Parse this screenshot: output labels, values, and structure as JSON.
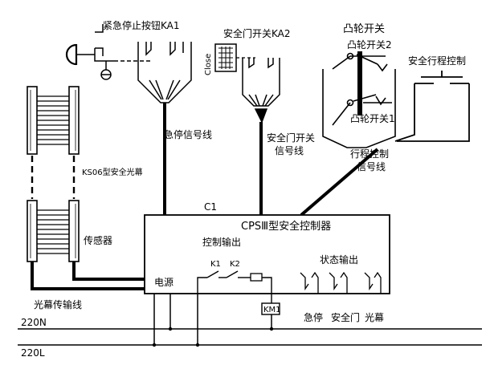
{
  "labels": {
    "estop_button": "紧急停止按钮KA1",
    "door_switch": "安全门开关KA2",
    "close": "Close",
    "cam_switch": "凸轮开关",
    "cam_switch_2": "凸轮开关2",
    "cam_switch_1": "凸轮开关1",
    "safety_stroke": "安全行程控制",
    "estop_signal": "急停信号线",
    "door_signal_l1": "安全门开关",
    "door_signal_l2": "信号线",
    "stroke_signal_l1": "行程控制",
    "stroke_signal_l2": "信号线",
    "light_curtain": "KS06型安全光幕",
    "sensor": "传感器",
    "c1": "C1",
    "controller_title": "CPSⅢ型安全控制器",
    "control_output": "控制输出",
    "k1": "K1",
    "k2": "K2",
    "status_output": "状态输出",
    "power": "电源",
    "curtain_cable": "光幕传输线",
    "km1": "KM1",
    "status_estop": "急停",
    "status_door": "安全门",
    "status_curtain": "光幕",
    "line_220n": "220N",
    "line_220l": "220L"
  }
}
